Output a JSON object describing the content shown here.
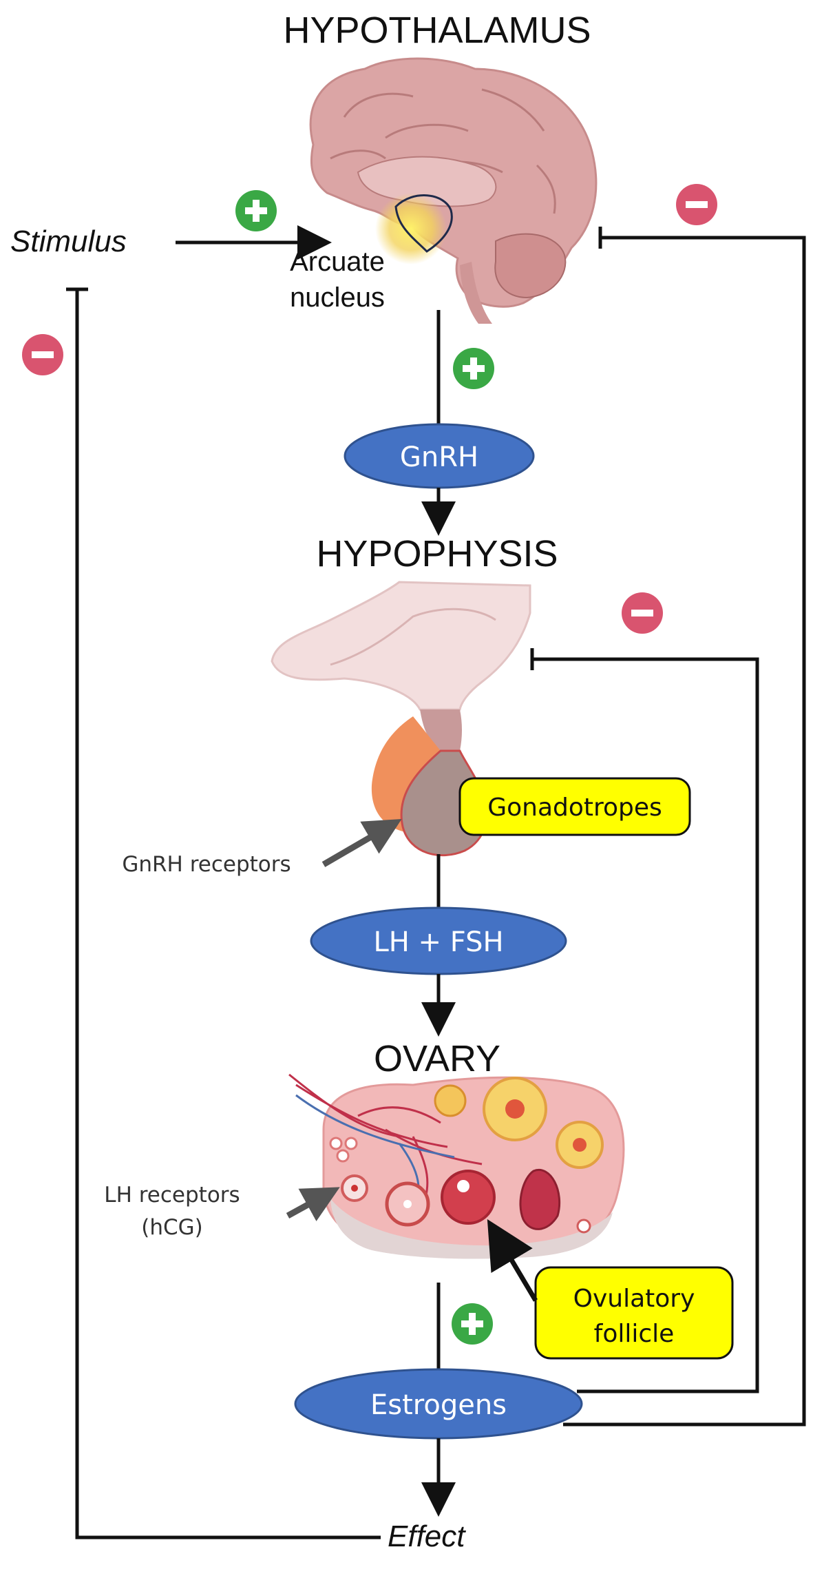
{
  "titles": {
    "hypothalamus": "HYPOTHALAMUS",
    "hypophysis": "HYPOPHYSIS",
    "ovary": "OVARY"
  },
  "labels": {
    "stimulus": "Stimulus",
    "effect": "Effect",
    "arcuate_line1": "Arcuate",
    "arcuate_line2": "nucleus",
    "gnrh_receptors": "GnRH receptors",
    "lh_receptors_line1": "LH receptors",
    "lh_receptors_line2": "(hCG)"
  },
  "hormones": {
    "gnrh": "GnRH",
    "lh_fsh": "LH + FSH",
    "estrogens": "Estrogens"
  },
  "boxes": {
    "gonadotropes": "Gonadotropes",
    "ovulatory_line1": "Ovulatory",
    "ovulatory_line2": "follicle"
  },
  "colors": {
    "hormone_ellipse": "#4472c4",
    "highlight_box": "#ffff00",
    "positive_sign": "#3aa845",
    "negative_sign": "#d9546f",
    "brain": "#dba5a5",
    "ovary": "#f2b8b8"
  },
  "icons": [
    "plus-sign-icon",
    "minus-sign-icon",
    "brain-illustration",
    "pituitary-illustration",
    "ovary-illustration"
  ]
}
